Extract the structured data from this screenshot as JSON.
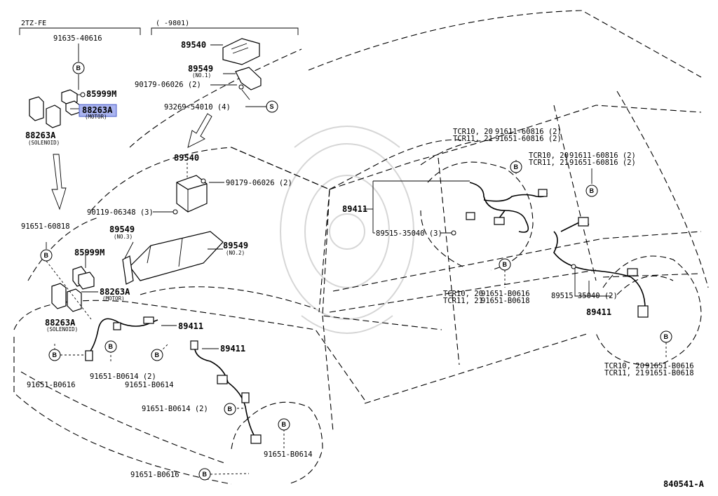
{
  "headers": {
    "engine": "2TZ-FE",
    "production": "(   -9801)"
  },
  "diagram_id": "840541-A",
  "labels": {
    "p91635": "91635-40616",
    "p85999m_top": "85999M",
    "p88263a_motor_top": "88263A",
    "motor_top_sub": "(MOTOR)",
    "p88263a_sol_top": "88263A",
    "sol_top_sub": "(SOLENOID)",
    "p89540_top": "89540",
    "p89549_top": "89549",
    "no1": "(NO.1)",
    "p90179_top": "90179-06026 (2)",
    "p93269": "93269-54010 (4)",
    "p89540_mid": "89540",
    "p90179_mid": "90179-06026 (2)",
    "p90119": "90119-06348 (3)",
    "p89549_no3": "89549",
    "no3": "(NO.3)",
    "p89549_no2": "89549",
    "no2": "(NO.2)",
    "p91651_608": "91651-60818",
    "p85999m_mid": "85999M",
    "p88263a_motor_mid": "88263A",
    "motor_mid_sub": "(MOTOR)",
    "p88263a_sol_mid": "88263A",
    "sol_mid_sub": "(SOLENOID)",
    "p89411_a": "89411",
    "p89411_b": "89411",
    "p89411_rear": "89411",
    "p89411_rr": "89411",
    "p91651_b616_l": "91651-B0616",
    "p91651_b614_2a": "91651-B0614 (2)",
    "p91651_b614_a": "91651-B0614",
    "p91651_b614_2b": "91651-B0614 (2)",
    "p91651_b614_b": "91651-B0614",
    "p91651_b616_bot": "91651-B0616",
    "tcr_a1": "TCR10, 20",
    "tcr_a1_part": "91611-60816 (2)",
    "tcr_a2": "TCR11, 21",
    "tcr_a2_part": "91651-60816 (2)",
    "tcr_b1": "TCR10, 20",
    "tcr_b1_part": "91611-60816 (2)",
    "tcr_b2": "TCR11, 21",
    "tcr_b2_part": "91651-60816 (2)",
    "p89515_a": "89515-35040 (3)",
    "tcr_c1": "TCR10, 20",
    "tcr_c1_part": "91651-B0616",
    "tcr_c2": "TCR11, 21",
    "tcr_c2_part": "91651-B0618",
    "p89515_b": "89515-35040 (2)",
    "tcr_d1": "TCR10, 20",
    "tcr_d1_part": "91651-B0616",
    "tcr_d2": "TCR11, 21",
    "tcr_d2_part": "91651-B0618",
    "highlight": "88263A"
  },
  "symbols": {
    "B": "B",
    "S": "S"
  },
  "colors": {
    "highlight": "#aab4f0",
    "ink": "#000000"
  }
}
